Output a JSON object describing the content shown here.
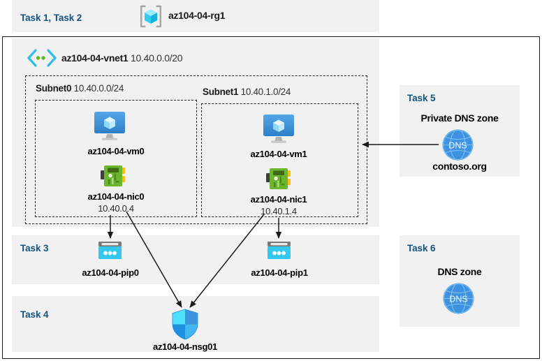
{
  "header": {
    "task_label": "Task 1, Task 2",
    "resource_group_icon": "resource-group-icon",
    "resource_group_name": "az104-04-rg1"
  },
  "vnet": {
    "icon": "virtual-network-icon",
    "name": "az104-04-vnet1",
    "address_space": "10.40.0.0/20"
  },
  "subnets": [
    {
      "name": "Subnet0",
      "cidr": "10.40.0.0/24",
      "vm": {
        "icon": "virtual-machine-icon",
        "name": "az104-04-vm0"
      },
      "nic": {
        "icon": "network-interface-icon",
        "name": "az104-04-nic0",
        "ip": "10.40.0.4"
      }
    },
    {
      "name": "Subnet1",
      "cidr": "10.40.1.0/24",
      "vm": {
        "icon": "virtual-machine-icon",
        "name": "az104-04-vm1"
      },
      "nic": {
        "icon": "network-interface-icon",
        "name": "az104-04-nic1",
        "ip": "10.40.1.4"
      }
    }
  ],
  "task3": {
    "task_label": "Task 3",
    "pip0": {
      "icon": "public-ip-address-icon",
      "name": "az104-04-pip0"
    },
    "pip1": {
      "icon": "public-ip-address-icon",
      "name": "az104-04-pip1"
    }
  },
  "task4": {
    "task_label": "Task 4",
    "nsg": {
      "icon": "network-security-group-icon",
      "name": "az104-04-nsg01"
    }
  },
  "task5": {
    "task_label": "Task 5",
    "title": "Private DNS zone",
    "icon": "dns-zone-icon",
    "icon_text": "DNS",
    "zone_name": "contoso.org"
  },
  "task6": {
    "task_label": "Task 6",
    "title": "DNS zone",
    "icon": "dns-zone-icon",
    "icon_text": "DNS"
  },
  "colors": {
    "panel_background": "#f1f1f1",
    "task_label_blue": "#12547e",
    "vm_blue": "#3d9ae2",
    "nic_green": "#6ab42f",
    "pip_cyan": "#32c8ef",
    "nsg_blue": "#2aa3ef",
    "dns_blue": "#2f8fdb",
    "rg_cube_cyan": "#50e6ff",
    "frame_black": "#1a1a1a",
    "page_background": "#ffffff"
  }
}
